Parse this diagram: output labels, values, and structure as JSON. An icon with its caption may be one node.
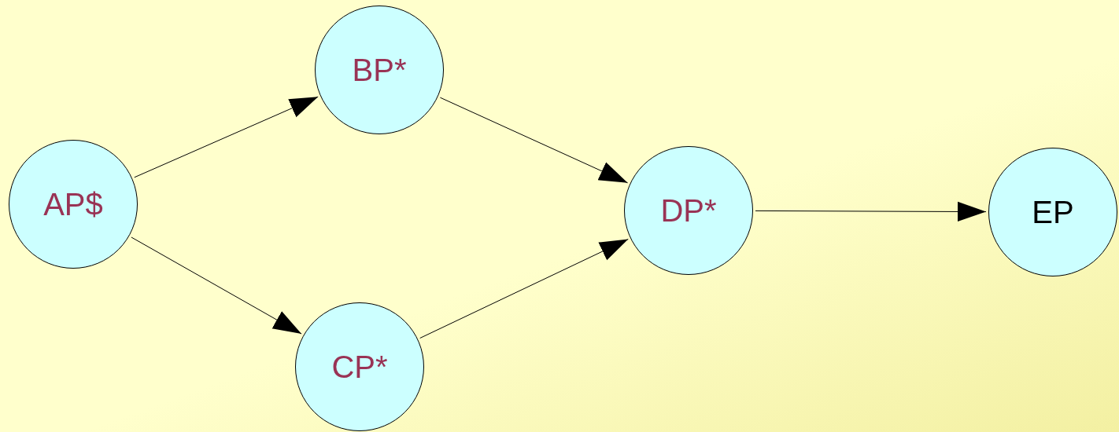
{
  "diagram": {
    "nodes": [
      {
        "text": [
          "AP$"
        ]
      },
      {
        "text": [
          "BP*"
        ]
      },
      {
        "text": [
          "CP*"
        ]
      },
      {
        "text": [
          "DP*"
        ]
      },
      {
        "text": [
          "EP"
        ]
      }
    ],
    "edges": [
      {
        "from": 0,
        "to": 1,
        "arrow": "to"
      },
      {
        "from": 0,
        "to": 2,
        "arrow": "to"
      },
      {
        "from": 1,
        "to": 3,
        "arrow": "to"
      },
      {
        "from": 2,
        "to": 3,
        "arrow": "to"
      },
      {
        "from": 3,
        "to": 4,
        "arrow": "to"
      }
    ]
  }
}
